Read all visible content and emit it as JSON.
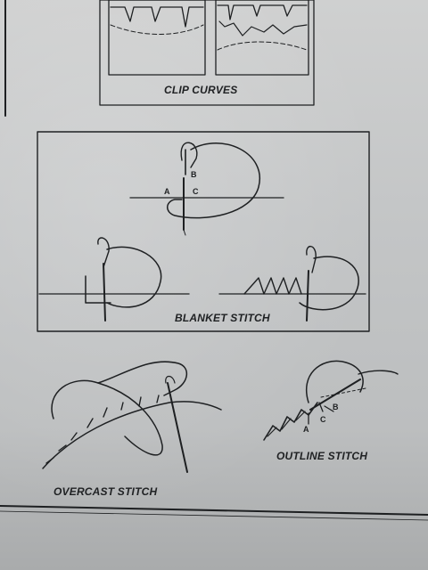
{
  "figures": {
    "clip_curves": {
      "caption": "CLIP CURVES"
    },
    "blanket_stitch": {
      "caption": "BLANKET STITCH",
      "points": [
        "A",
        "B",
        "C"
      ]
    },
    "overcast_stitch": {
      "caption": "OVERCAST STITCH"
    },
    "outline_stitch": {
      "caption": "OUTLINE STITCH",
      "points": [
        "A",
        "B",
        "C"
      ]
    }
  }
}
